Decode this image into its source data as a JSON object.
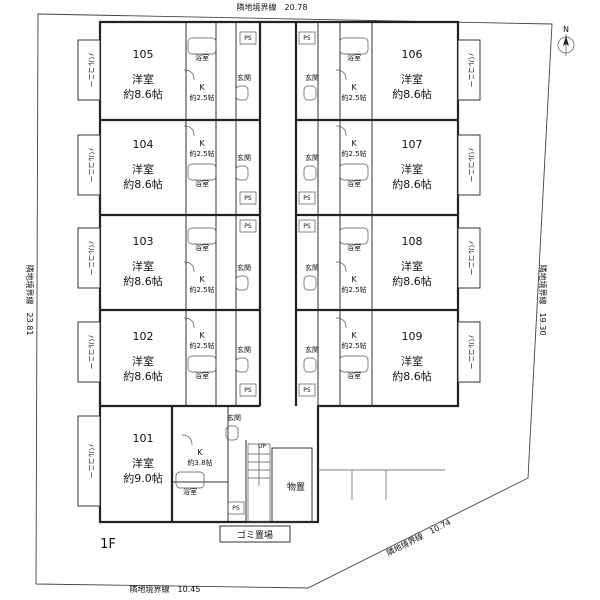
{
  "boundary": {
    "north": "隣地境界線　20.78",
    "west": "隣地境界線　23.81",
    "east": "隣地境界線　19.30",
    "southeast": "隣地境界線　10.74",
    "south": "隣地境界線　10.45"
  },
  "floor_label": "1F",
  "compass_label": "N",
  "labels": {
    "western_room": "洋室",
    "kitchen": "K",
    "bath": "浴室",
    "entrance": "玄関",
    "balcony": "バルコニー",
    "ps": "PS",
    "storage": "物置",
    "garbage": "ゴミ置場",
    "up": "UP"
  },
  "units": [
    {
      "number": "105",
      "size": "約8.6帖",
      "kitchen_size": "約2.5帖"
    },
    {
      "number": "104",
      "size": "約8.6帖",
      "kitchen_size": "約2.5帖"
    },
    {
      "number": "103",
      "size": "約8.6帖",
      "kitchen_size": "約2.5帖"
    },
    {
      "number": "102",
      "size": "約8.6帖",
      "kitchen_size": "約2.5帖"
    },
    {
      "number": "101",
      "size": "約9.0帖",
      "kitchen_size": "約3.8帖"
    },
    {
      "number": "106",
      "size": "約8.6帖",
      "kitchen_size": "約2.5帖"
    },
    {
      "number": "107",
      "size": "約8.6帖",
      "kitchen_size": "約2.5帖"
    },
    {
      "number": "108",
      "size": "約8.6帖",
      "kitchen_size": "約2.5帖"
    },
    {
      "number": "109",
      "size": "約8.6帖",
      "kitchen_size": "約2.5帖"
    }
  ]
}
